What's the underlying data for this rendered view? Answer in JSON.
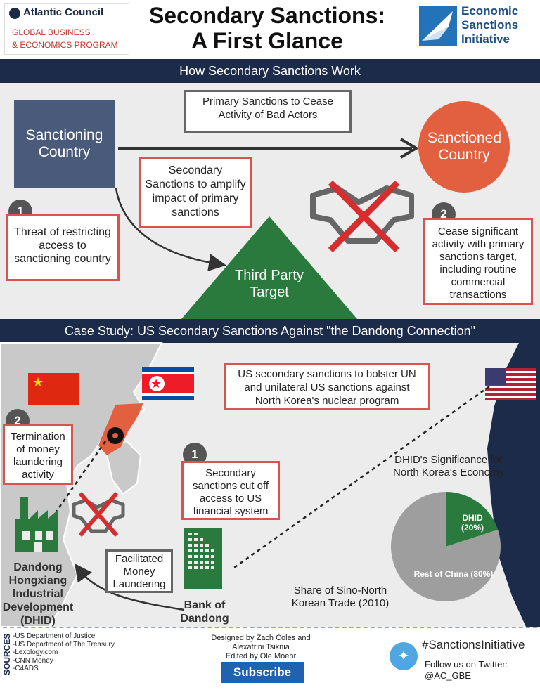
{
  "header": {
    "title_line1": "Secondary Sanctions:",
    "title_line2": "A First Glance",
    "atlantic_name": "Atlantic Council",
    "atlantic_sub1": "GLOBAL BUSINESS",
    "atlantic_sub2": "& ECONOMICS PROGRAM",
    "esi_line1": "Economic",
    "esi_line2": "Sanctions",
    "esi_line3": "Initiative"
  },
  "section1": {
    "band_title": "How Secondary Sanctions Work",
    "sanctioning_country": "Sanctioning Country",
    "sanctioned_country": "Sanctioned Country",
    "third_party": "Third Party Target",
    "primary_callout": "Primary Sanctions to Cease Activity of Bad Actors",
    "secondary_callout": "Secondary Sanctions to amplify impact of primary sanctions",
    "step1_num": "1",
    "step1_text": "Threat of restricting access to sanctioning country",
    "step2_num": "2",
    "step2_text": "Cease significant activity with primary sanctions target, including routine commercial transactions"
  },
  "section2": {
    "band_title": "Case Study: US Secondary Sanctions Against \"the Dandong Connection\"",
    "us_callout": "US secondary sanctions to bolster UN and unilateral US sanctions against North Korea's nuclear program",
    "step2_num": "2",
    "step2_text": "Termination of money laundering activity",
    "step1_num": "1",
    "step1_text": "Secondary sanctions cut off access to US financial system",
    "facilitated": "Facilitated Money Laundering",
    "dhid_label": "Dandong Hongxiang Industrial Development (DHID)",
    "bank_label": "Bank of Dandong",
    "pie_title": "DHID's Significance for North Korea's Economy",
    "pie_caption": "Share of Sino-North Korean Trade (2010)"
  },
  "chart_data": {
    "type": "pie",
    "title": "DHID's Significance for North Korea's Economy",
    "caption": "Share of Sino-North Korean Trade (2010)",
    "slices": [
      {
        "label": "DHID",
        "pct_label": "(20%)",
        "value": 20,
        "color": "#2a7a3e"
      },
      {
        "label": "Rest of China (80%)",
        "value": 80,
        "color": "#9e9e9e"
      }
    ]
  },
  "footer": {
    "sources_label": "SOURCES",
    "sources": [
      "-US Department of Justice",
      "-US Department of The Treasury",
      "-Lexology.com",
      "-CNN Money",
      "-C4ADS"
    ],
    "credits_line1": "Designed by Zach Coles and",
    "credits_line2": "Alexatrini Tsiknia",
    "credits_line3": "Edited by Ole Moehr",
    "subscribe": "Subscribe",
    "hashtag": "#SanctionsInitiative",
    "follow_line1": "Follow us on Twitter:",
    "follow_line2": "@AC_GBE"
  },
  "colors": {
    "navy": "#1c2b4a",
    "slate": "#4a5a7a",
    "orange": "#e2603f",
    "green": "#2a7a3e",
    "red": "#d9534f"
  }
}
